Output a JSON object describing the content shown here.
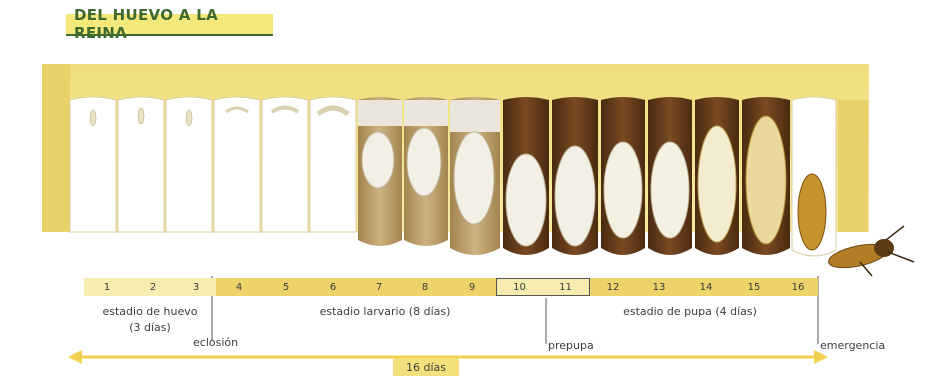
{
  "title": "DEL HUEVO A LA REINA",
  "days": [
    "1",
    "2",
    "3",
    "4",
    "5",
    "6",
    "7",
    "8",
    "9",
    "10",
    "11",
    "12",
    "13",
    "14",
    "15",
    "16"
  ],
  "stages": {
    "egg": "estadio de huevo",
    "egg_duration": "(3 días)",
    "hatching": "eclosión",
    "larva": "estadio larvario (8 días)",
    "prepupa": "prepupa",
    "pupa": "estadio de pupa (4 días)",
    "emergence": "emergencia"
  },
  "total_duration": "16 días",
  "colors": {
    "comb": "#f2e48c",
    "title_text": "#3e6a2d",
    "bar_light": "#f6ecb0",
    "bar_dark": "#eed36a",
    "arrow": "#f0d24e",
    "capping": "#6b3f1c"
  }
}
